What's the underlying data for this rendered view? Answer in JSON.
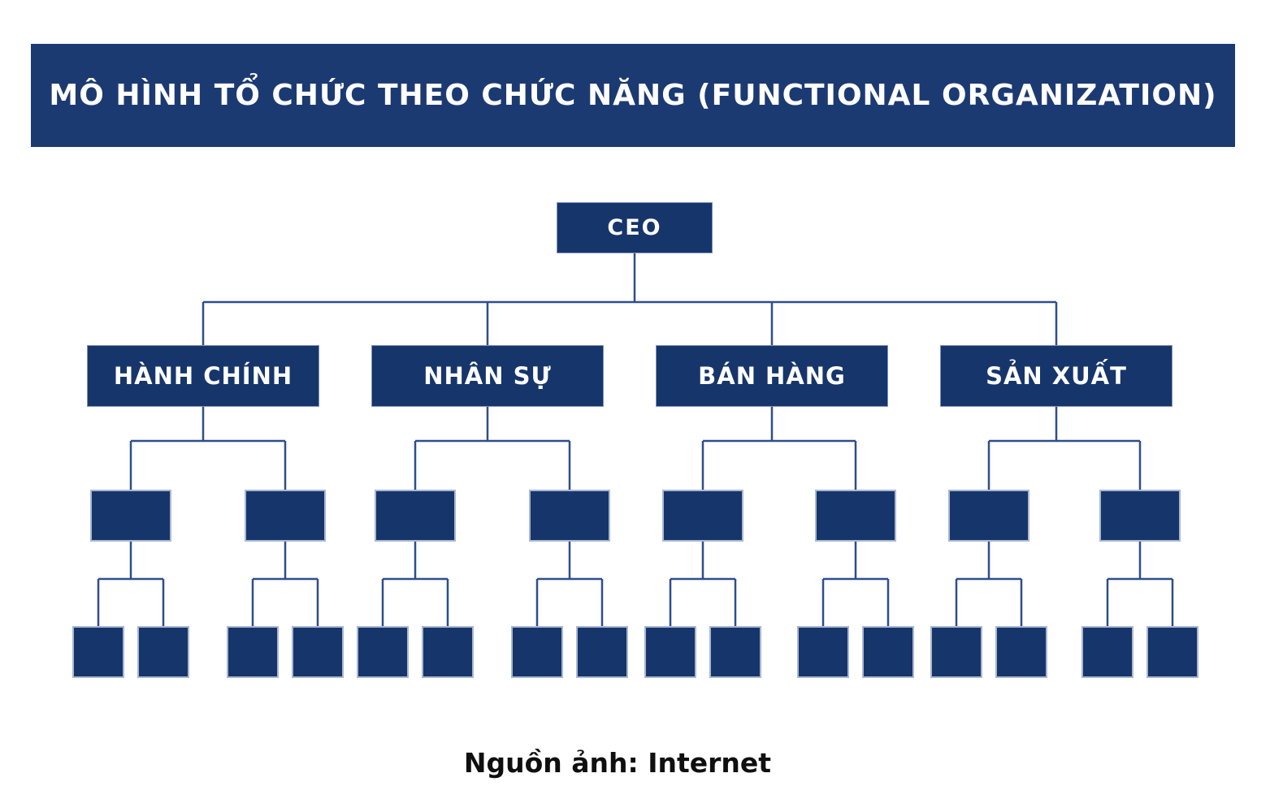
{
  "title": "MÔ HÌNH TỔ CHỨC THEO CHỨC NĂNG (FUNCTIONAL ORGANIZATION)",
  "caption": "Nguồn ảnh: Internet",
  "org_chart": {
    "type": "functional-organization-tree",
    "root": "CEO",
    "departments": [
      "HÀNH CHÍNH",
      "NHÂN SỰ",
      "BÁN HÀNG",
      "SẢN XUẤT"
    ],
    "sub_units_per_department": 2,
    "teams_per_sub_unit": 2,
    "unlabeled_sub_unit_count": 8,
    "unlabeled_team_count": 16
  },
  "colors": {
    "title_bar_background": "#1c3a72",
    "node_fill": "#16356b",
    "node_light_border": "#a9b7d2",
    "connector_line": "#2e4e8c",
    "title_text": "#ffffff",
    "node_text": "#ffffff",
    "caption_text": "#0f0f0f",
    "page_background": "#ffffff"
  }
}
